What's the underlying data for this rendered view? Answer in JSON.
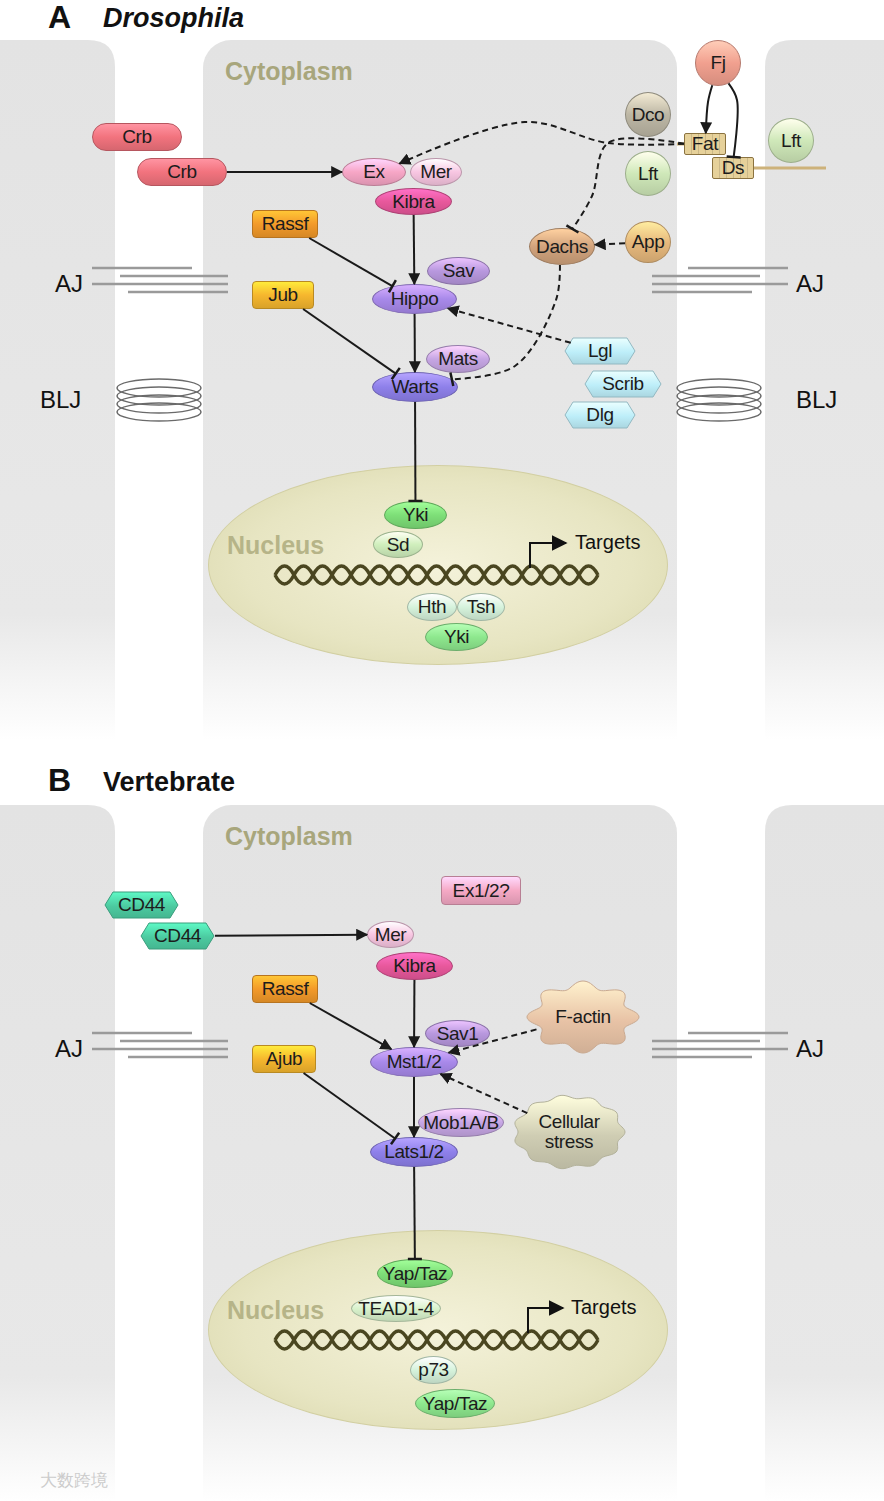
{
  "diagram": {
    "nodes": [
      {
        "text": [
          "Cytoplasm"
        ]
      },
      {
        "text": [
          "Crb"
        ]
      },
      {
        "text": [
          "Crb"
        ]
      },
      {
        "text": [
          "Ex"
        ],
        "in": 0
      },
      {
        "text": [
          "Mer"
        ],
        "in": 0
      },
      {
        "text": [
          "Kibra"
        ],
        "in": 0
      },
      {
        "text": [
          "Rassf"
        ],
        "in": 0
      },
      {
        "text": [
          "Sav"
        ],
        "in": 0
      },
      {
        "text": [
          "Hippo"
        ],
        "in": 0
      },
      {
        "text": [
          "Jub"
        ],
        "in": 0
      },
      {
        "text": [
          "Mats"
        ],
        "in": 0
      },
      {
        "text": [
          "Warts"
        ],
        "in": 0
      },
      {
        "text": [
          "Fj"
        ]
      },
      {
        "text": [
          "Dco"
        ],
        "in": 0
      },
      {
        "text": [
          "Fat"
        ]
      },
      {
        "text": [
          "Ds"
        ]
      },
      {
        "text": [
          "Lft"
        ],
        "in": 0
      },
      {
        "text": [
          "Lft"
        ]
      },
      {
        "text": [
          "Dachs"
        ],
        "in": 0
      },
      {
        "text": [
          "App"
        ],
        "in": 0
      },
      {
        "text": [
          "Lgl"
        ],
        "in": 0
      },
      {
        "text": [
          "Scrib"
        ],
        "in": 0
      },
      {
        "text": [
          "Dlg"
        ],
        "in": 0
      },
      {
        "text": [
          "Nucleus"
        ],
        "in": 0
      },
      {
        "text": [
          "Yki"
        ],
        "in": 23
      },
      {
        "text": [
          "Sd"
        ],
        "in": 23
      },
      {
        "text": [
          "Hth"
        ],
        "in": 23
      },
      {
        "text": [
          "Tsh"
        ],
        "in": 23
      },
      {
        "text": [
          "Yki"
        ],
        "in": 23
      },
      {
        "text": [
          "Cytoplasm"
        ]
      },
      {
        "text": [
          "CD44"
        ]
      },
      {
        "text": [
          "CD44"
        ]
      },
      {
        "text": [
          "Ex1/2?"
        ],
        "in": 29
      },
      {
        "text": [
          "Mer"
        ],
        "in": 29
      },
      {
        "text": [
          "Kibra"
        ],
        "in": 29
      },
      {
        "text": [
          "Rassf"
        ],
        "in": 29
      },
      {
        "text": [
          "Sav1"
        ],
        "in": 29
      },
      {
        "text": [
          "Mst1/2"
        ],
        "in": 29
      },
      {
        "text": [
          "Ajub"
        ],
        "in": 29
      },
      {
        "text": [
          "Mob1A/B"
        ],
        "in": 29
      },
      {
        "text": [
          "Lats1/2"
        ],
        "in": 29
      },
      {
        "text": [
          "F-actin"
        ],
        "in": 29
      },
      {
        "text": [
          "Cellular stress"
        ],
        "in": 29
      },
      {
        "text": [
          "Nucleus"
        ],
        "in": 29
      },
      {
        "text": [
          "Yap/Taz"
        ],
        "in": 43
      },
      {
        "text": [
          "TEAD1-4"
        ],
        "in": 43
      },
      {
        "text": [
          "p73"
        ],
        "in": 43
      },
      {
        "text": [
          "Yap/Taz"
        ],
        "in": 43
      }
    ],
    "edges": [
      {
        "from": 2,
        "to": 3,
        "arrow": "to"
      },
      {
        "from": 5,
        "to": 8,
        "arrow": "to"
      },
      {
        "from": 6,
        "to": 8,
        "arrow": "to"
      },
      {
        "from": 8,
        "to": 11,
        "arrow": "to"
      },
      {
        "from": 9,
        "to": 11,
        "arrow": "to"
      },
      {
        "from": 11,
        "to": 24,
        "arrow": "to"
      },
      {
        "from": 12,
        "to": 14,
        "arrow": "to"
      },
      {
        "from": 12,
        "to": 15,
        "arrow": "to"
      },
      {
        "from": 14,
        "to": 3,
        "arrow": "to"
      },
      {
        "from": 14,
        "to": 18,
        "arrow": "to"
      },
      {
        "from": 19,
        "to": 18,
        "arrow": "to"
      },
      {
        "from": 18,
        "to": 11,
        "arrow": "to"
      },
      {
        "from": 20,
        "to": 8,
        "arrow": "to"
      },
      {
        "from": 31,
        "to": 33,
        "arrow": "to"
      },
      {
        "from": 34,
        "to": 37,
        "arrow": "to"
      },
      {
        "from": 35,
        "to": 37,
        "arrow": "to"
      },
      {
        "from": 37,
        "to": 40,
        "arrow": "to"
      },
      {
        "from": 38,
        "to": 40,
        "arrow": "to"
      },
      {
        "from": 40,
        "to": 44,
        "arrow": "to"
      },
      {
        "from": 41,
        "to": 37,
        "arrow": "to"
      },
      {
        "from": 42,
        "to": 37,
        "arrow": "to"
      }
    ],
    "labels": [
      "A",
      "Drosophila",
      "AJ",
      "AJ",
      "BLJ",
      "BLJ",
      "Targets",
      "B",
      "Vertebrate",
      "AJ",
      "AJ",
      "Targets",
      "大数跨境"
    ]
  }
}
